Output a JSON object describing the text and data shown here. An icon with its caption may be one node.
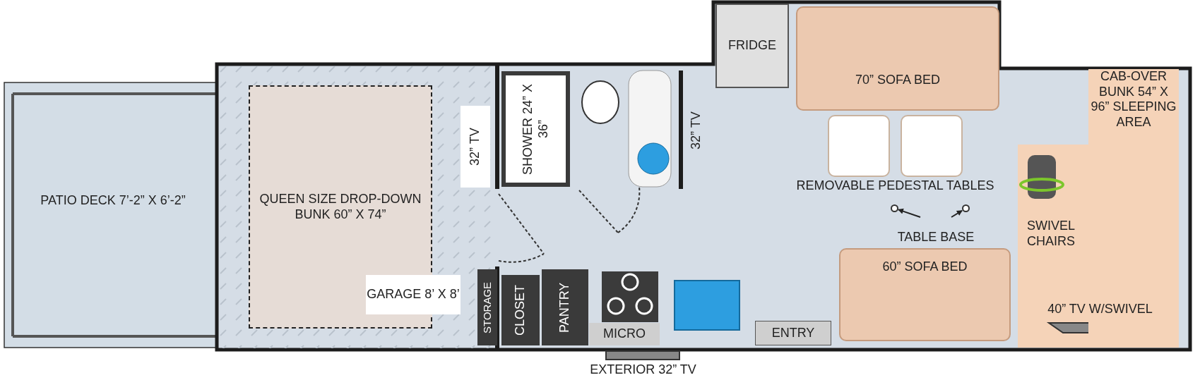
{
  "diagram": {
    "nodes": [
      {
        "text": [
          "PATIO DECK 7’-2” X 6’-2”"
        ]
      },
      {
        "text": [
          "QUEEN SIZE DROP-DOWN BUNK 60” X 74”"
        ]
      },
      {
        "text": [
          "GARAGE 8’ X 8’"
        ]
      },
      {
        "text": [
          "STORAGE"
        ]
      },
      {
        "text": [
          "CLOSET"
        ]
      },
      {
        "text": [
          "PANTRY"
        ]
      },
      {
        "text": [
          "MICRO"
        ]
      },
      {
        "text": [
          "32” TV"
        ]
      },
      {
        "text": [
          "SHOWER 24” X 36”"
        ]
      },
      {
        "text": [
          "32” TV"
        ]
      },
      {
        "text": [
          "FRIDGE"
        ]
      },
      {
        "text": [
          "70” SOFA BED"
        ]
      },
      {
        "text": [],
        "shape": "box"
      },
      {
        "text": [],
        "shape": "box"
      },
      {
        "text": [
          "TABLE BASE"
        ]
      },
      {
        "text": [],
        "shape": "circle"
      },
      {
        "text": [],
        "shape": "circle"
      },
      {
        "text": [
          "60” SOFA BED"
        ]
      },
      {
        "text": [
          "ENTRY"
        ]
      },
      {
        "text": [
          "CAB-OVER BUNK 54” X 96” SLEEPING AREA"
        ]
      }
    ],
    "edges": [
      {
        "from": 14,
        "to": 15,
        "arrow": "to"
      },
      {
        "from": 14,
        "to": 16,
        "arrow": "to"
      }
    ],
    "labels": [
      "REMOVABLE PEDESTAL TABLES",
      "SWIVEL CHAIRS",
      "40” TV W/SWIVEL",
      "EXTERIOR 32” TV"
    ]
  }
}
